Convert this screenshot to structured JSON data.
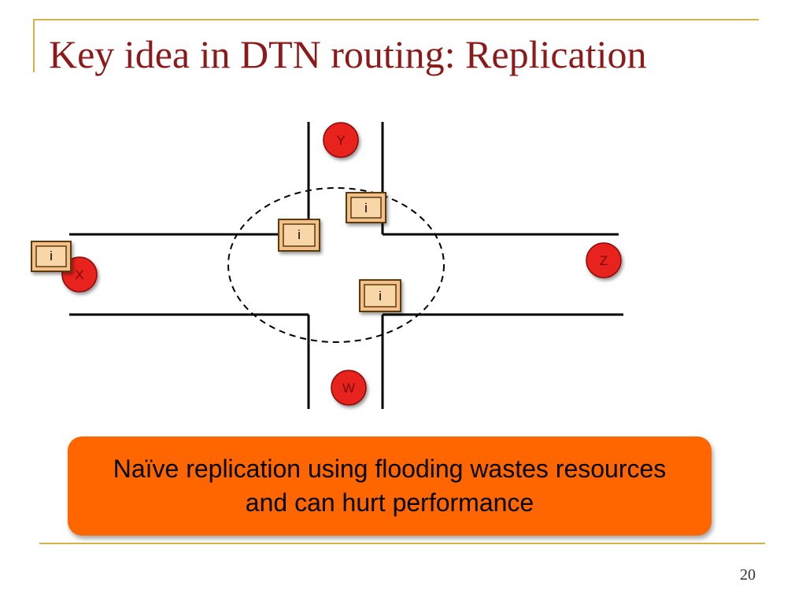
{
  "slide": {
    "title": "Key idea in DTN routing: Replication",
    "callout_text": "Naïve replication using flooding wastes resources and can hurt performance",
    "page_number": "20"
  },
  "diagram": {
    "nodes": [
      {
        "label": "Y"
      },
      {
        "label": "X"
      },
      {
        "label": "Z"
      },
      {
        "label": "W"
      }
    ],
    "packets": [
      {
        "label": "i"
      },
      {
        "label": "i"
      },
      {
        "label": "i"
      },
      {
        "label": "i"
      }
    ]
  },
  "colors": {
    "title": "#8b1a1a",
    "accent_line": "#d4b24a",
    "node_fill": "#e8231f",
    "packet_fill": "#f4c089",
    "callout_fill": "#ff6600"
  }
}
